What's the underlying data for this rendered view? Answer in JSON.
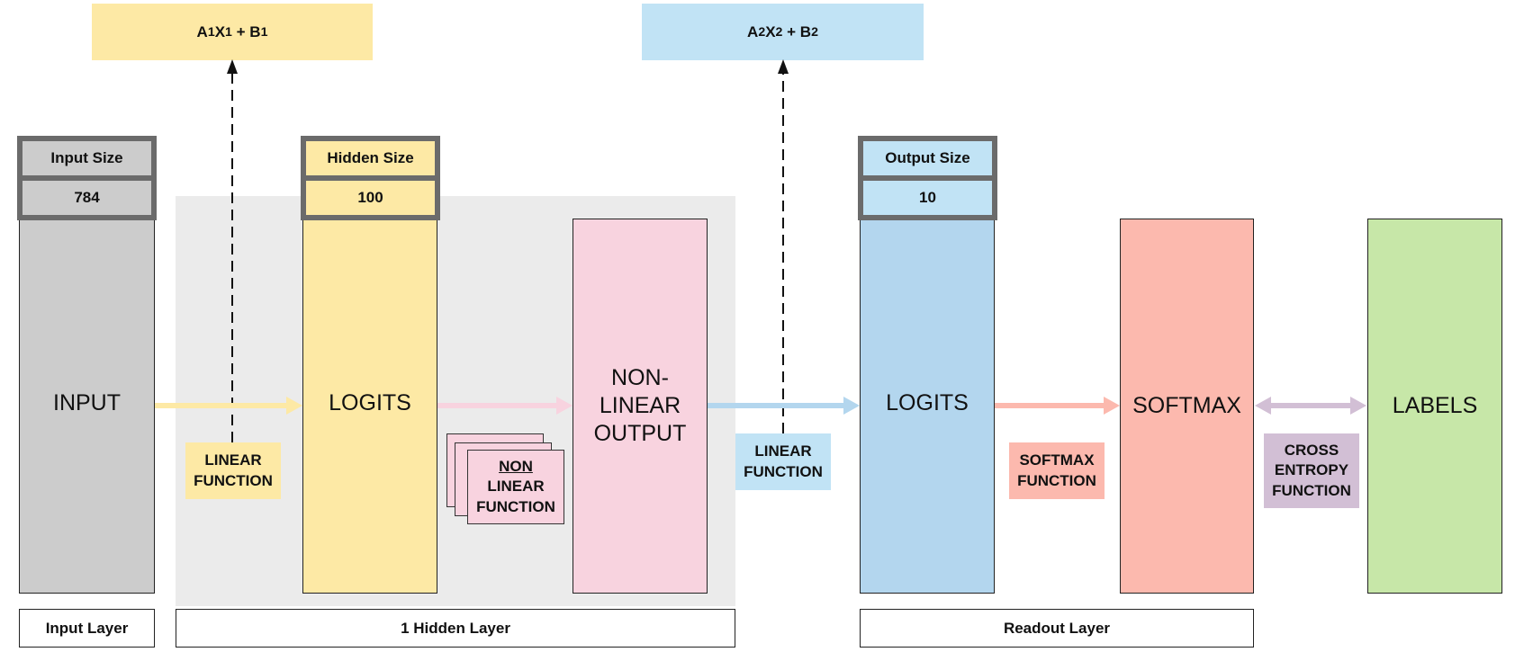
{
  "formulas": {
    "top_left": [
      "A",
      "1",
      "X",
      "1",
      " + B",
      "1"
    ],
    "top_right": [
      "A",
      "2",
      "X",
      "2",
      " + B",
      "2"
    ]
  },
  "size_headers": {
    "input": {
      "label": "Input Size",
      "value": "784"
    },
    "hidden": {
      "label": "Hidden Size",
      "value": "100"
    },
    "output": {
      "label": "Output Size",
      "value": "10"
    }
  },
  "bars": {
    "input": "INPUT",
    "hidden_logits": "LOGITS",
    "nonlinear_output": "NON-\nLINEAR\nOUTPUT",
    "output_logits": "LOGITS",
    "softmax": "SOFTMAX",
    "labels": "LABELS"
  },
  "functions": {
    "linear_1": "LINEAR\nFUNCTION",
    "nonlinear_top": "NON",
    "nonlinear_rest": "LINEAR\nFUNCTION",
    "linear_2": "LINEAR\nFUNCTION",
    "softmax": "SOFTMAX\nFUNCTION",
    "cross_entropy": "CROSS\nENTROPY\nFUNCTION"
  },
  "layers": {
    "input": "Input Layer",
    "hidden": "1 Hidden Layer",
    "readout": "Readout Layer"
  },
  "colors": {
    "yellow": "#fde9a5",
    "blue_light": "#c1e3f5",
    "blue_bar": "#b3d6ee",
    "pink": "#f8d3df",
    "salmon": "#fcb9ae",
    "green": "#c7e7a8",
    "gray": "#cccccc",
    "purple": "#d2bfd5",
    "hidden_bg": "#ebebeb"
  }
}
